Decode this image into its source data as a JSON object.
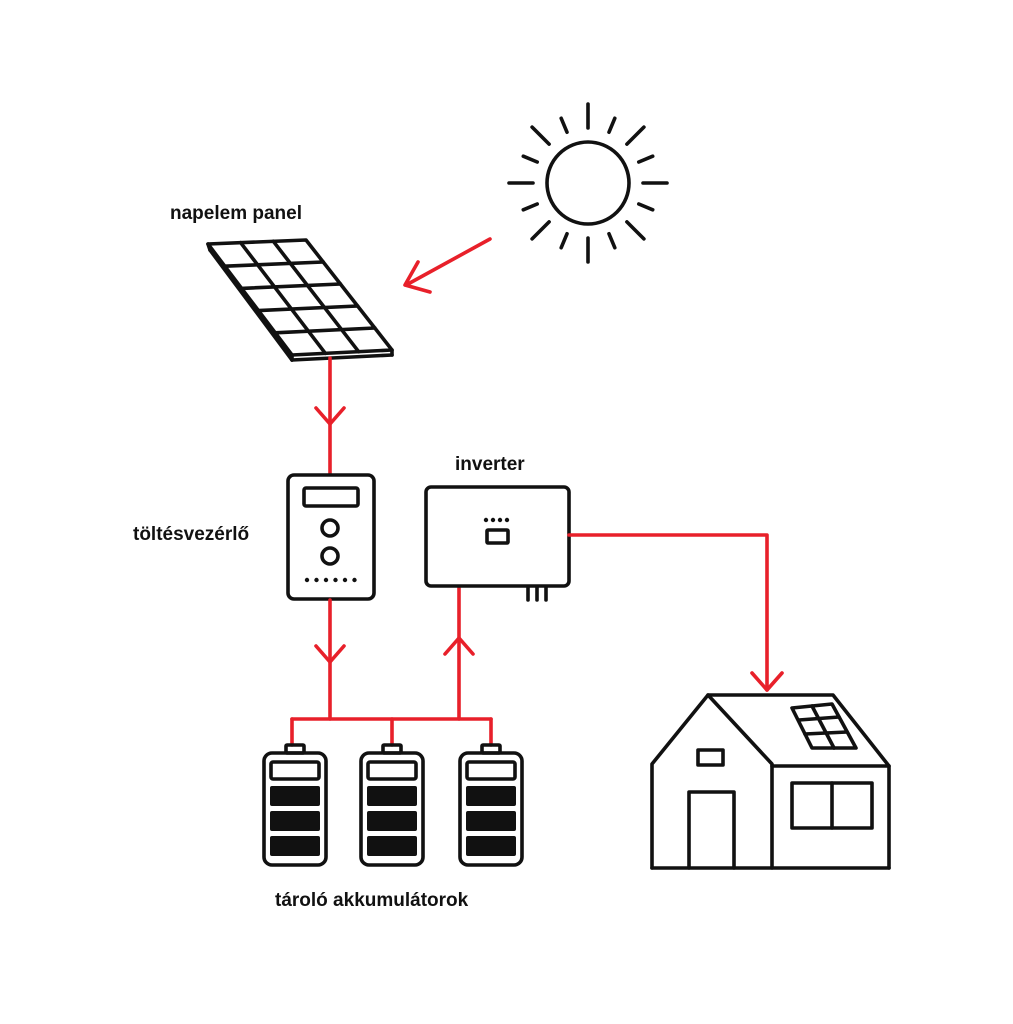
{
  "labels": {
    "solar_panel": "napelem panel",
    "charge_controller": "töltésvezérlő",
    "inverter": "inverter",
    "batteries": "tároló akkumulátorok"
  },
  "colors": {
    "flow": "#e8202a",
    "outline": "#111111",
    "background": "#ffffff"
  },
  "icons": [
    "sun-icon",
    "solar-panel-icon",
    "charge-controller-icon",
    "inverter-icon",
    "battery-icon",
    "house-icon"
  ]
}
